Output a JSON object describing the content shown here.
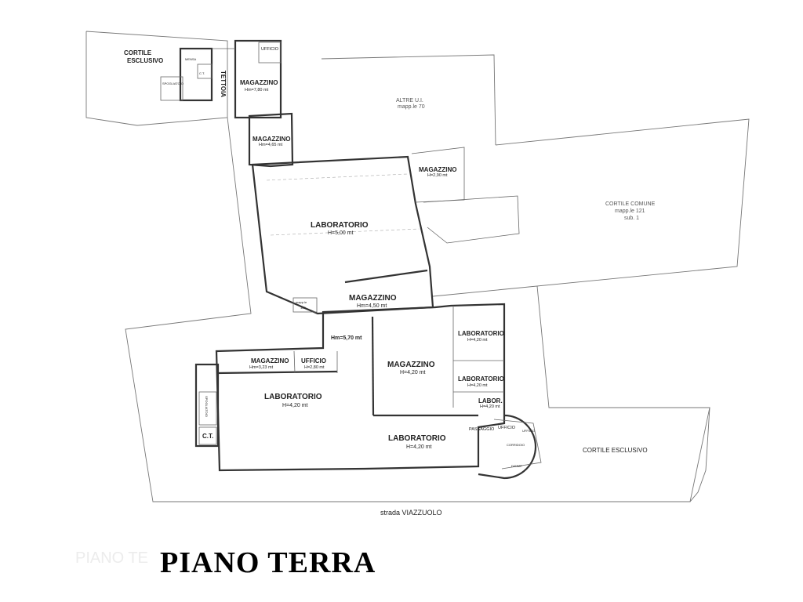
{
  "drawing": {
    "title": "PIANO TERRA",
    "ghost_text": "PIANO TE",
    "street": "strada VIAZZUOLO"
  },
  "areas": {
    "cortile_esclusivo_nw_1": "CORTILE",
    "cortile_esclusivo_nw_2": "ESCLUSIVO",
    "altre_ui_1": "ALTRE U.I.",
    "altre_ui_2": "mapp.le 70",
    "cortile_comune_1": "CORTILE COMUNE",
    "cortile_comune_2": "mapp.le 121",
    "cortile_comune_3": "sub. 1",
    "cortile_esclusivo_se": "CORTILE ESCLUSIVO",
    "mappale_1": "mapp.le",
    "mappale_2": "123"
  },
  "rooms": {
    "tettoia": "TETTOIA",
    "magazzino_top": "MAGAZZINO",
    "magazzino_top_h": "Hm=7,80 mt",
    "ufficio_top": "UFFICIO",
    "mensa": "MENSA",
    "spogliatoio_top": "SPOGLIATOIO",
    "ct_top": "C.T.",
    "magazzino_2": "MAGAZZINO",
    "magazzino_2_h": "Hm=4,65 mt",
    "magazzino_3": "MAGAZZINO",
    "magazzino_3_h": "H=2,90 mt",
    "laboratorio_main": "LABORATORIO",
    "laboratorio_main_h": "H=5,00 mt",
    "magazzino_450": "MAGAZZINO",
    "magazzino_450_h": "Hm=4,50 mt",
    "passage_h": "Hm=5,70 mt",
    "magazzino_left": "MAGAZZINO",
    "magazzino_left_h": "Hm=3,23 mt",
    "ufficio_left": "UFFICIO",
    "ufficio_left_h": "H=2,80 mt",
    "magazzino_center": "MAGAZZINO",
    "magazzino_center_h": "H=4,20 mt",
    "lab_r1": "LABORATORIO",
    "lab_r1_h": "H=4,20 mt",
    "lab_r2": "LABORATORIO",
    "lab_r2_h": "H=4,20 mt",
    "labor": "LABOR.",
    "labor_h": "H=4,20 mt",
    "laboratorio_left": "LABORATORIO",
    "laboratorio_left_h": "H=4,20 mt",
    "laboratorio_bottom": "LABORATORIO",
    "laboratorio_bottom_h": "H=4,20 mt",
    "spogliatoio_left": "SPOGLIATOIO",
    "ct_left": "C.T.",
    "passaggio": "PASSAGGIO",
    "ufficio_round": "UFFICIO",
    "ufficio_round2": "UFFICIO",
    "corridoio": "CORRIDOIO",
    "disimp": "DISIMP."
  },
  "colors": {
    "wall": "#333333",
    "lot_line": "#777777",
    "text": "#222222",
    "background": "#ffffff"
  }
}
